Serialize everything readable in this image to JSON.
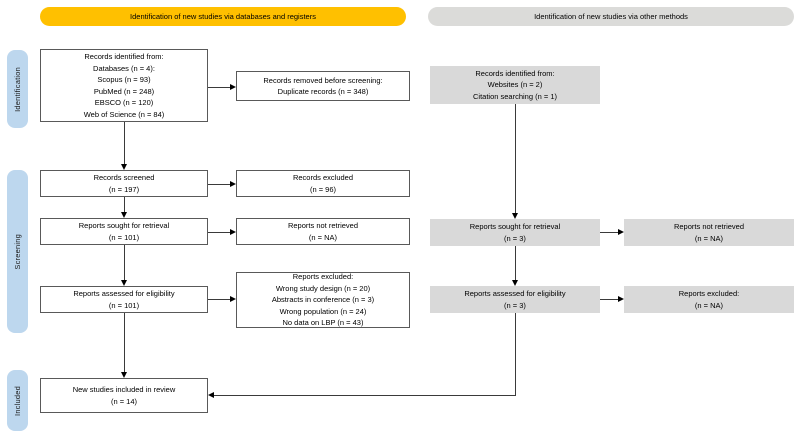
{
  "colors": {
    "banner_yellow": "#FFC000",
    "banner_gray": "#DBDBD9",
    "stage_blue": "#BDD7EE",
    "right_box_gray": "#D9D9D9"
  },
  "banners": {
    "databases": "Identification of new studies via databases and registers",
    "other": "Identification of new studies via other methods"
  },
  "stages": {
    "identification": "Identification",
    "screening": "Screening",
    "included": "Included"
  },
  "left_flow": {
    "records_identified": [
      "Records identified from:",
      "Databases (n = 4):",
      "Scopus (n = 93)",
      "PubMed (n = 248)",
      "EBSCO (n = 120)",
      "Web of Science (n = 84)"
    ],
    "records_removed": [
      "Records removed before screening:",
      "Duplicate records (n = 348)"
    ],
    "records_screened": [
      "Records screened",
      "(n = 197)"
    ],
    "records_excluded": [
      "Records excluded",
      "(n = 96)"
    ],
    "reports_sought": [
      "Reports sought for retrieval",
      "(n = 101)"
    ],
    "reports_not_retrieved": [
      "Reports not retrieved",
      "(n = NA)"
    ],
    "reports_assessed": [
      "Reports assessed for eligibility",
      "(n = 101)"
    ],
    "reports_excluded": [
      "Reports excluded:",
      "Wrong study design (n = 20)",
      "Abstracts in conference (n = 3)",
      "Wrong population (n = 24)",
      "No data on LBP (n = 43)"
    ],
    "new_studies": [
      "New studies included in review",
      "(n = 14)"
    ]
  },
  "right_flow": {
    "records_identified": [
      "Records identified from:",
      "Websites (n = 2)",
      "Citation searching (n = 1)"
    ],
    "reports_sought": [
      "Reports sought for retrieval",
      "(n = 3)"
    ],
    "reports_not_retrieved": [
      "Reports not retrieved",
      "(n = NA)"
    ],
    "reports_assessed": [
      "Reports assessed for eligibility",
      "(n = 3)"
    ],
    "reports_excluded": [
      "Reports excluded:",
      "(n = NA)"
    ]
  }
}
